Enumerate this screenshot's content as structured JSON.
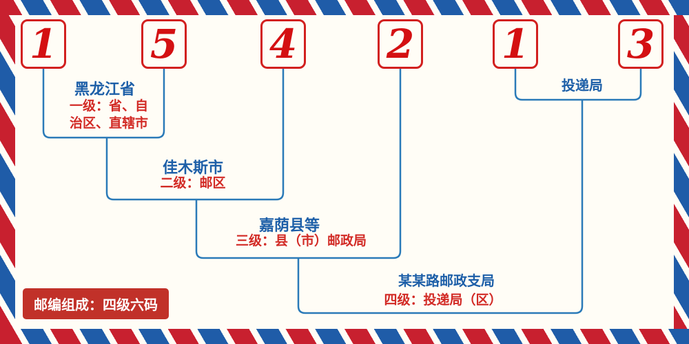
{
  "postal_code": {
    "digits": [
      "1",
      "5",
      "4",
      "2",
      "1",
      "3"
    ]
  },
  "levels": [
    {
      "name": "黑龙江省",
      "desc_lines": [
        "一级：省、自",
        "治区、直辖市"
      ]
    },
    {
      "name": "佳木斯市",
      "desc_lines": [
        "二级：邮区"
      ]
    },
    {
      "name": "嘉荫县等",
      "desc_lines": [
        "三级：县（市）邮政局"
      ]
    },
    {
      "name": "某某路邮政支局",
      "desc_lines": [
        "四级：投递局（区）"
      ]
    }
  ],
  "delivery_office_label": "投递局",
  "badge_text": "邮编组成：四级六码",
  "colors": {
    "digit_red": "#d41012",
    "line_blue": "#2a7ab8",
    "label_blue": "#1d5fa8",
    "desc_red": "#d22a25",
    "badge_bg": "#c13129",
    "stripe_red": "#c8202f",
    "stripe_blue": "#1f5ca8"
  }
}
